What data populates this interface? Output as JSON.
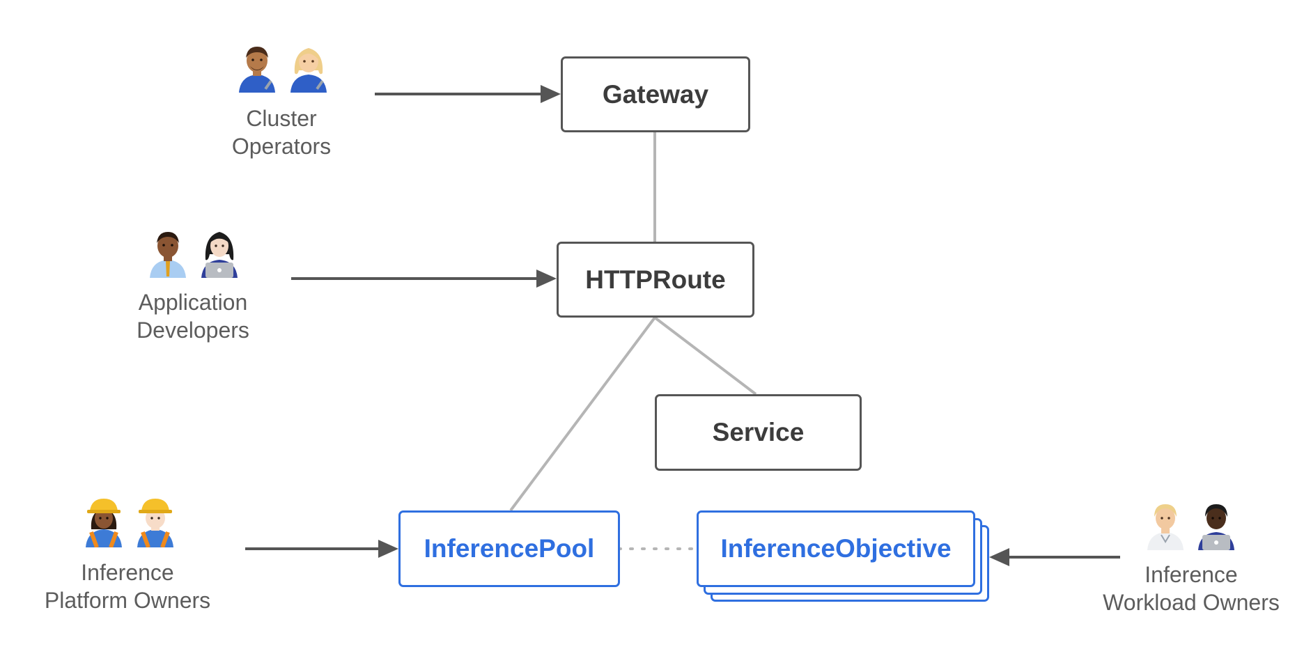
{
  "nodes": {
    "gateway": "Gateway",
    "httproute": "HTTPRoute",
    "service": "Service",
    "inference_pool": "InferencePool",
    "inference_objective": "InferenceObjective"
  },
  "personas": {
    "cluster_operators": {
      "line1": "Cluster",
      "line2": "Operators"
    },
    "application_developers": {
      "line1": "Application",
      "line2": "Developers"
    },
    "inference_platform_owners": {
      "line1": "Inference",
      "line2": "Platform Owners"
    },
    "inference_workload_owners": {
      "line1": "Inference",
      "line2": "Workload Owners"
    }
  },
  "colors": {
    "core_border": "#555555",
    "extension_blue": "#2f6fe0",
    "connector_gray": "#b5b5b5",
    "arrow_dark": "#555555",
    "label_gray": "#5c5c5c"
  },
  "icons": [
    "mechanic-man-icon",
    "mechanic-woman-icon",
    "office-worker-man-icon",
    "technologist-woman-icon",
    "construction-worker-woman-icon",
    "construction-worker-man-icon",
    "health-worker-icon",
    "technologist-icon"
  ]
}
